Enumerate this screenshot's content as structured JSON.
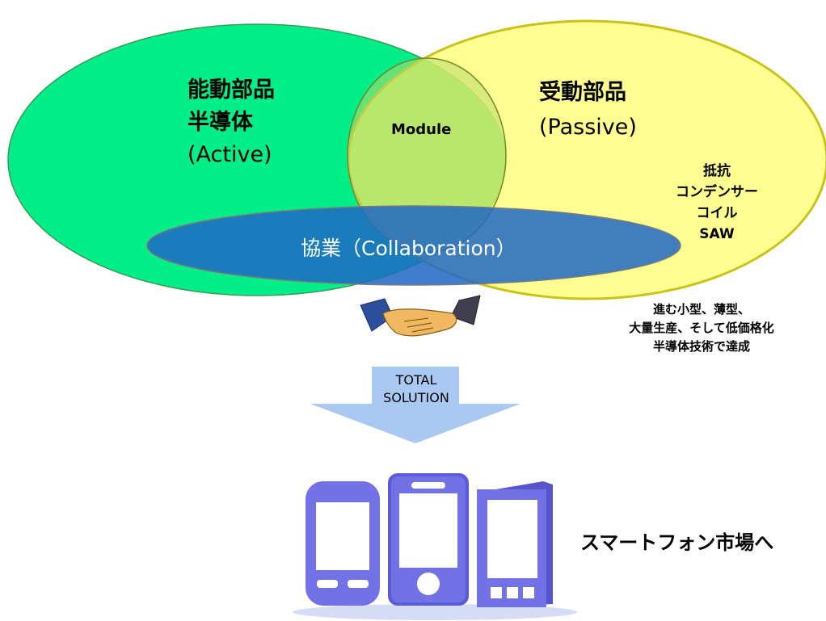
{
  "active": {
    "title_lines": [
      "能動部品",
      "半導体"
    ],
    "sub": "(Active)"
  },
  "module": "Module",
  "passive": {
    "title": "受動部品",
    "sub": "(Passive)",
    "items": [
      "抵抗",
      "コンデンサー",
      "コイル",
      "SAW"
    ]
  },
  "collaboration": "協業（Collaboration）",
  "note_lines": [
    "進む小型、薄型、",
    "大量生産、そして低価格化",
    "半導体技術で達成"
  ],
  "total_solution": [
    "TOTAL",
    "SOLUTION"
  ],
  "market": "スマートフォン市場へ",
  "colors": {
    "active_fill": "#00ee88",
    "passive_fill": "#ffff88",
    "collab_fill": "#1f67c4",
    "arrow_fill": "#a9c8f2",
    "phone_fill": "#7272e6"
  },
  "icons": [
    "handshake-icon",
    "smartphone-icon",
    "smartphone-icon",
    "smartphone-icon"
  ]
}
